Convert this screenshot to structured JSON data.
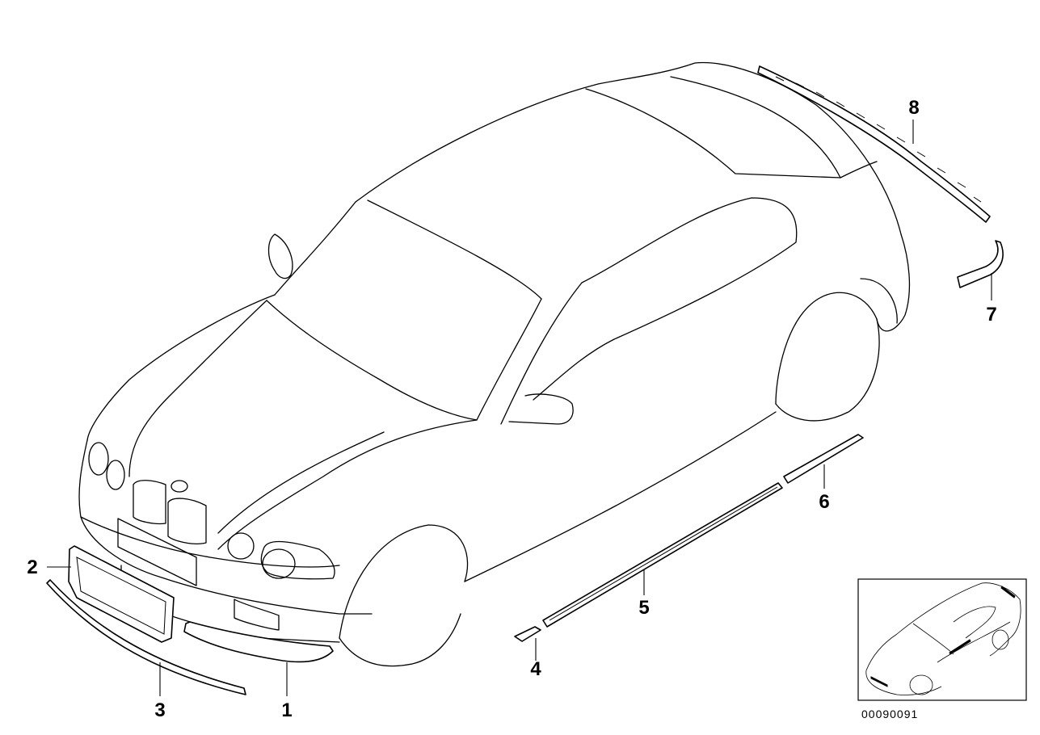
{
  "callouts": {
    "c1": "1",
    "c2": "2",
    "c3": "3",
    "c4": "4",
    "c5": "5",
    "c6": "6",
    "c7": "7",
    "c8": "8"
  },
  "reference_number": "00090091"
}
